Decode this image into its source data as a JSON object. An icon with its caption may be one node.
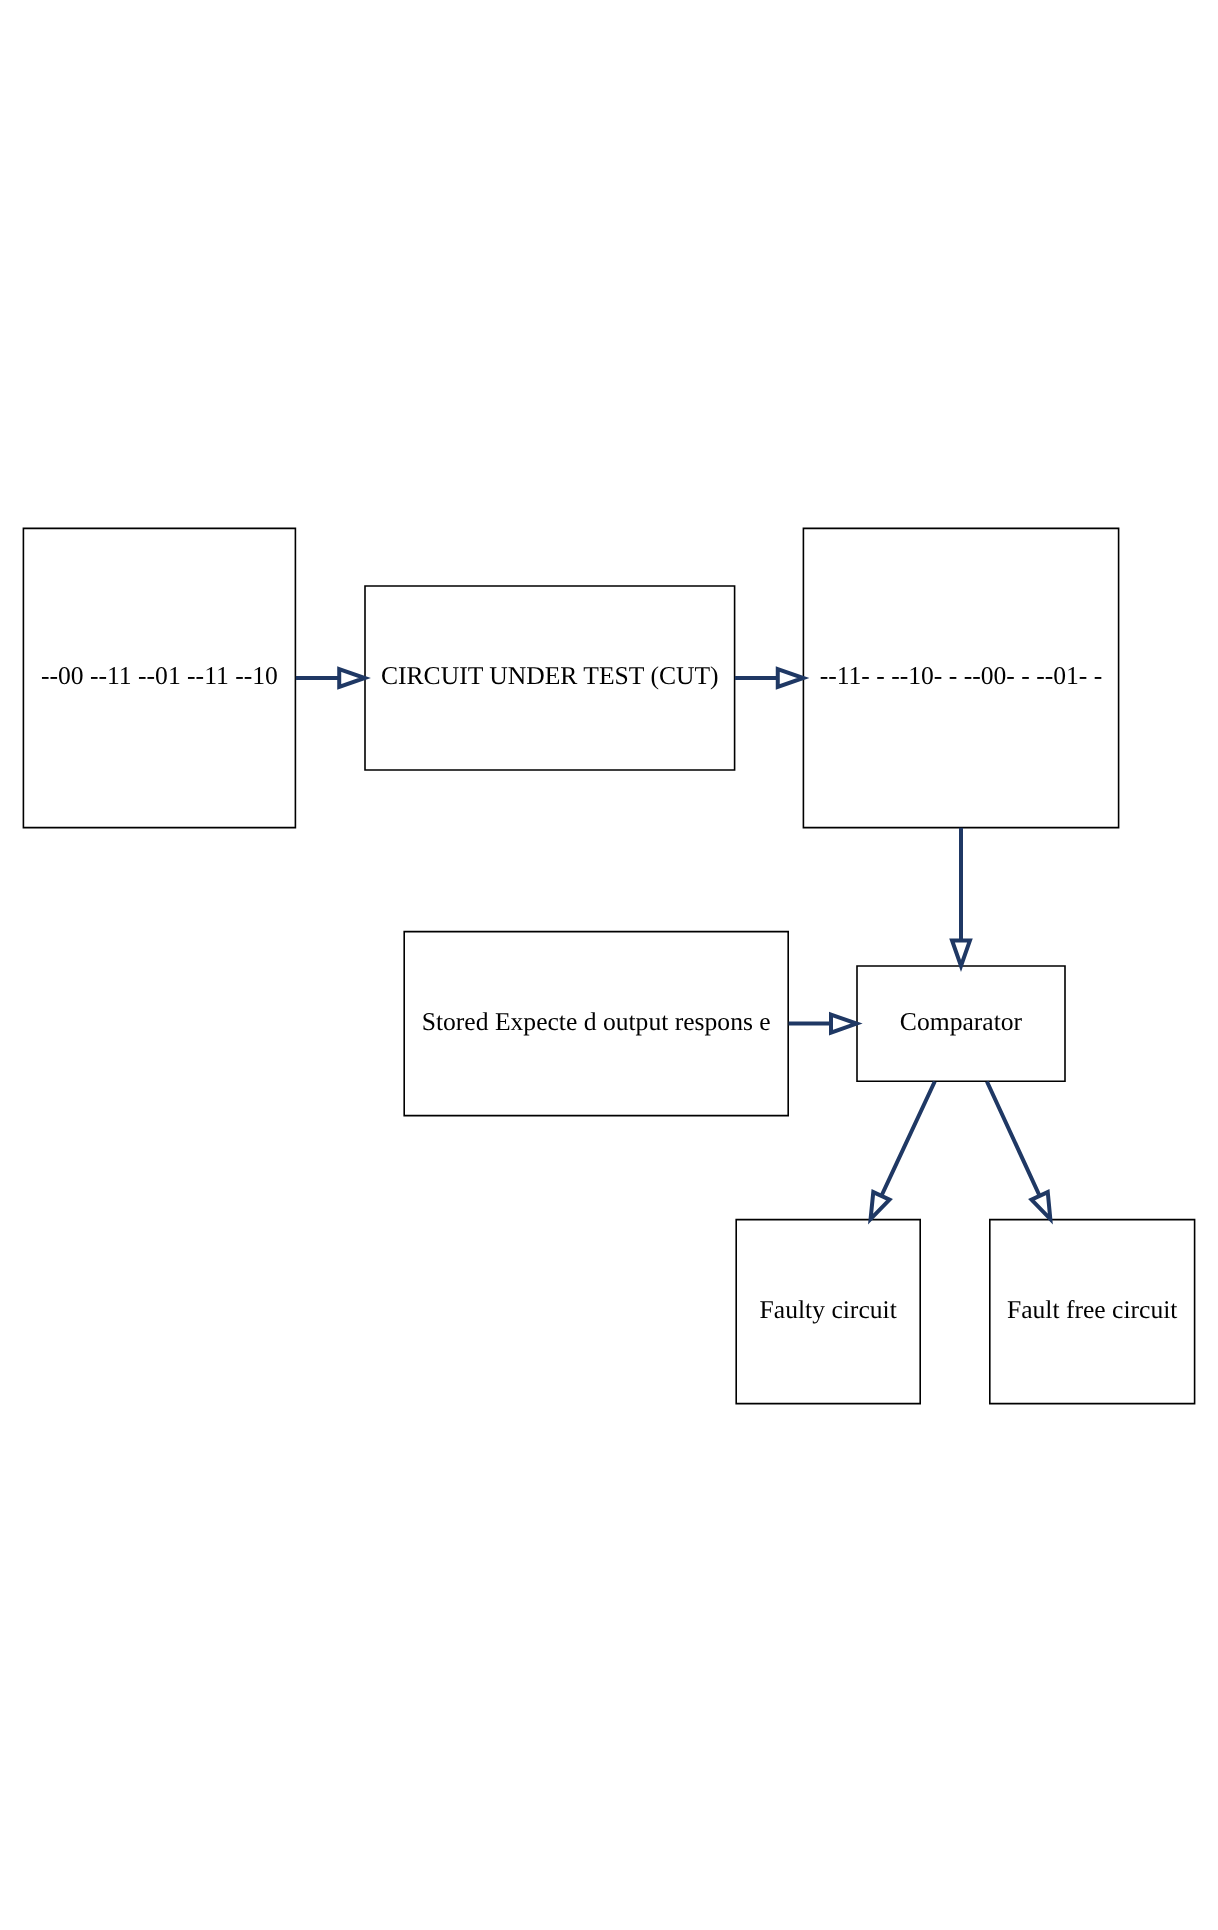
{
  "diagram": {
    "nodes": [
      {
        "text": [
          "--00 --11 --01 --11 --10"
        ]
      },
      {
        "text": [
          "CIRCUIT UNDER TEST (CUT)"
        ]
      },
      {
        "text": [
          "--11- - --10- - --00- - --01- -"
        ]
      },
      {
        "text": [
          "Stored Expecte d output respons e"
        ]
      },
      {
        "text": [
          "Comparator"
        ]
      },
      {
        "text": [
          "Faulty circuit"
        ]
      },
      {
        "text": [
          "Fault free circuit"
        ]
      }
    ],
    "edges": [
      {
        "from": 0,
        "to": 1,
        "arrow": "to"
      },
      {
        "from": 1,
        "to": 2,
        "arrow": "to"
      },
      {
        "from": 2,
        "to": 4,
        "arrow": "to"
      },
      {
        "from": 3,
        "to": 4,
        "arrow": "to"
      },
      {
        "from": 4,
        "to": 5,
        "arrow": "to"
      },
      {
        "from": 4,
        "to": 6,
        "arrow": "to"
      }
    ]
  }
}
